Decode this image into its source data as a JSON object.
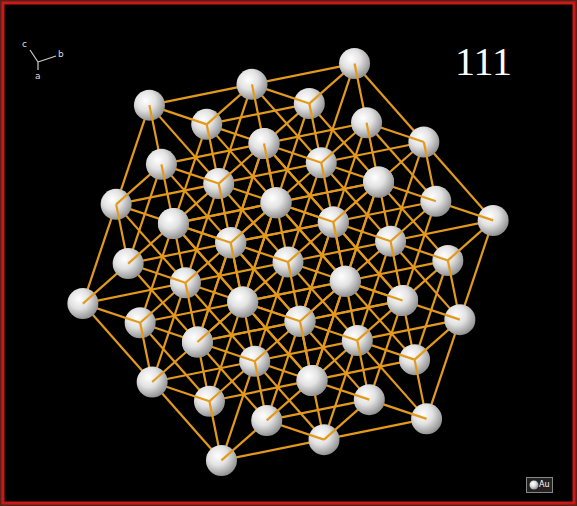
{
  "diagram": {
    "labels": [
      "111",
      "c",
      "b",
      "a"
    ],
    "legend": [
      {
        "text": "Au"
      }
    ]
  }
}
